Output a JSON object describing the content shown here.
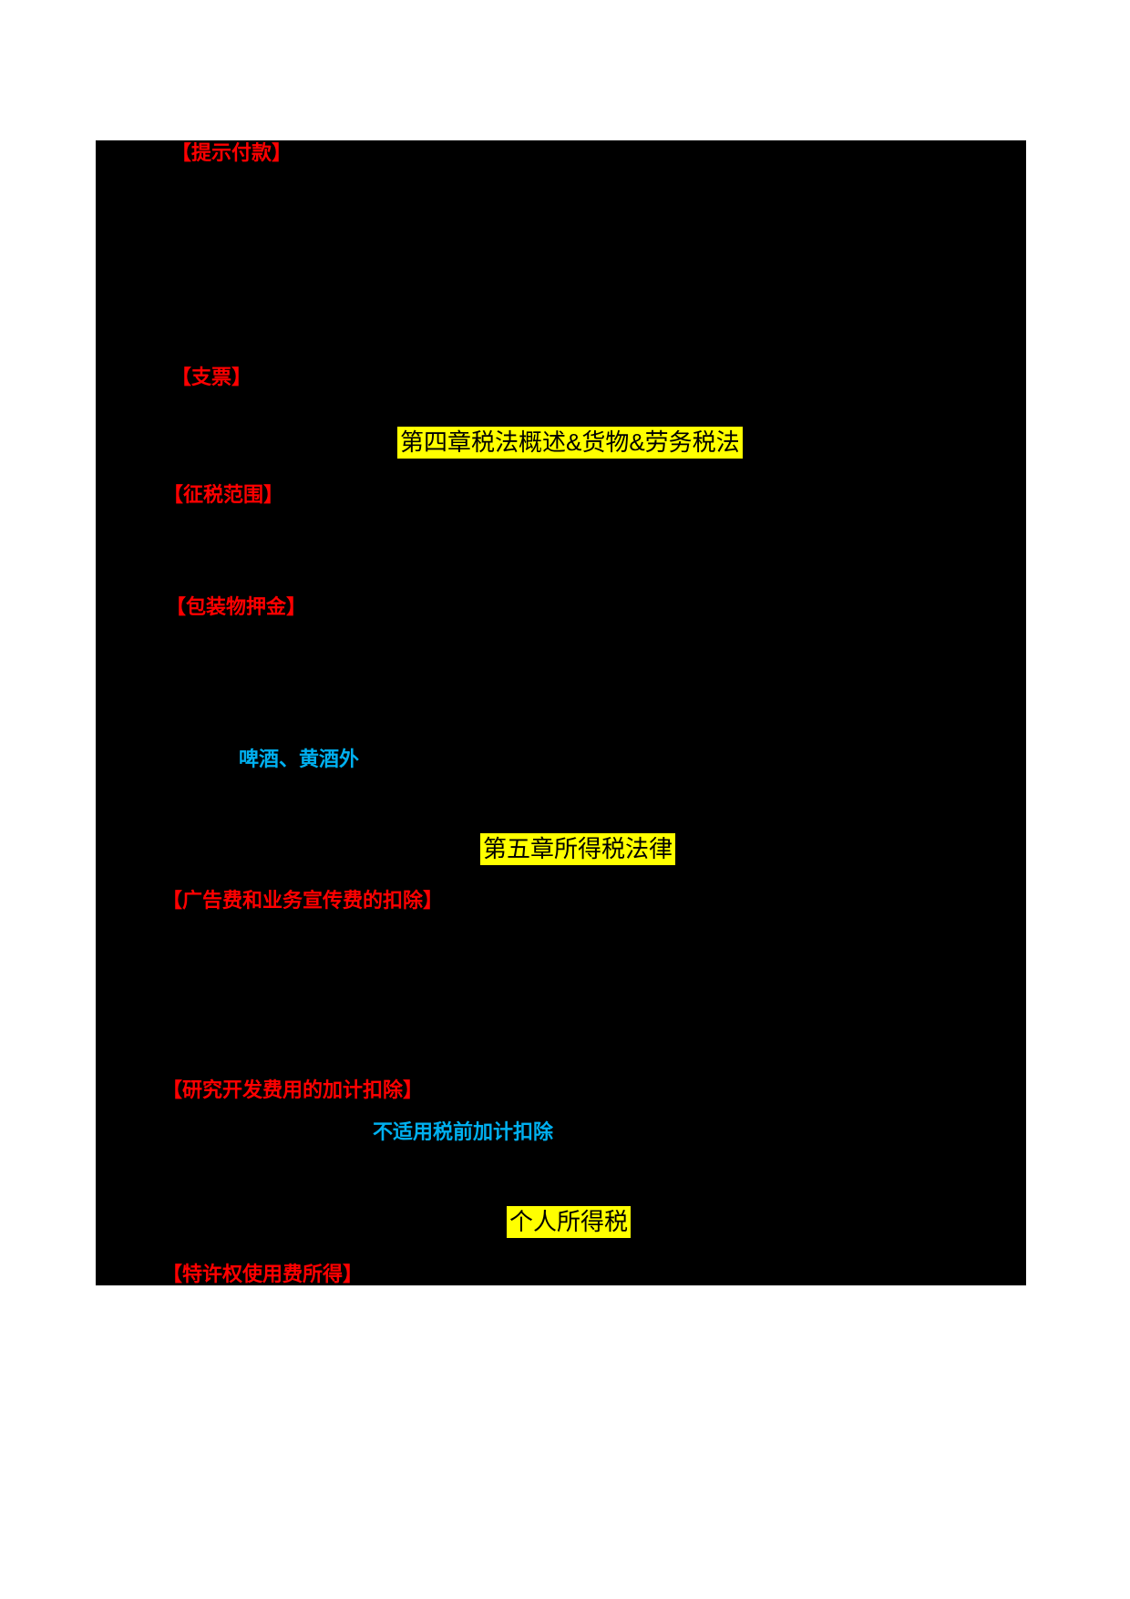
{
  "page": {
    "kind": "study-notes-document",
    "colors": {
      "content_background": "#000000",
      "red_heading": "#FF0000",
      "yellow_highlight": "#FFFF00",
      "blue_note": "#00B0F0"
    }
  },
  "sections": {
    "tip_payment_heading": "【提示付款】",
    "check_heading": "【支票】",
    "chapter4_title": "第四章税法概述&货物&劳务税法",
    "tax_scope_heading": "【征税范围】",
    "packaging_deposit_heading": "【包装物押金】",
    "beer_yellow_wine_note": "啤酒、黄酒外",
    "chapter5_title": "第五章所得税法律",
    "advertising_fee_heading": "【广告费和业务宣传费的扣除】",
    "rd_expense_heading": "【研究开发费用的加计扣除】",
    "no_pretax_deduction_note": "不适用税前加计扣除",
    "personal_income_tax_title": "个人所得税",
    "royalty_income_heading": "【特许权使用费所得】"
  }
}
